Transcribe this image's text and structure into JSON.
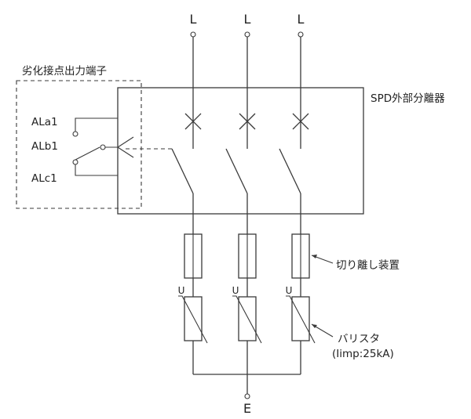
{
  "terminals": {
    "top": [
      "L",
      "L",
      "L"
    ],
    "bottom": "E"
  },
  "labels": {
    "degradation_output": "劣化接点出力端子",
    "spd_disconnector": "SPD外部分離器",
    "disconnect_device": "切り離し装置",
    "varistor": "バリスタ",
    "varistor_rating": "(Iimp:25kA)",
    "u_mark": "U"
  },
  "alarm_contacts": [
    "ALa1",
    "ALb1",
    "ALc1"
  ]
}
